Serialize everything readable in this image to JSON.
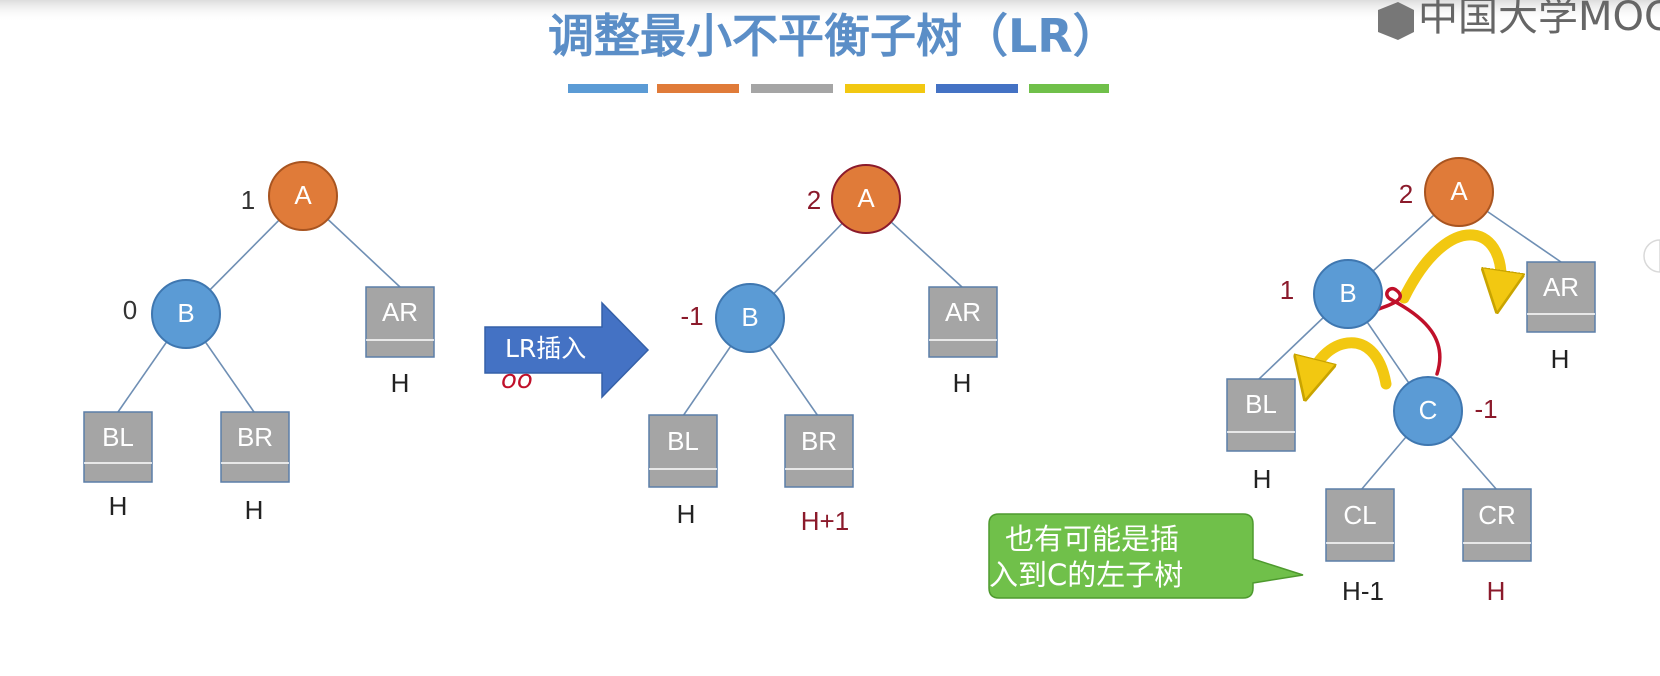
{
  "header": {
    "title": "调整最小不平衡子树（LR）",
    "logo_text": "中国大学MOOC"
  },
  "colors": {
    "title": "#5b8ec7",
    "node_a": "#e07b39",
    "node_blue": "#5b9bd5",
    "subtree_box": "#a5a5a5",
    "highlight_red": "#8b1a2b",
    "arrow_blue": "#4472c4",
    "callout_green": "#70c04a",
    "rotate_arrow_yellow": "#f2c811",
    "ink_red": "#c0102a",
    "legend_strip": [
      "#5b9bd5",
      "#e07b39",
      "#a5a5a5",
      "#f2c811",
      "#4472c4",
      "#70c04a"
    ]
  },
  "tree1": {
    "node_a": "A",
    "bf_a": "1",
    "node_b": "B",
    "bf_b": "0",
    "ar": "AR",
    "ar_h": "H",
    "bl": "BL",
    "bl_h": "H",
    "br": "BR",
    "br_h": "H"
  },
  "arrow": {
    "label": "LR插入",
    "handwritten": "oo"
  },
  "tree2": {
    "node_a": "A",
    "bf_a": "2",
    "node_b": "B",
    "bf_b": "-1",
    "ar": "AR",
    "ar_h": "H",
    "bl": "BL",
    "bl_h": "H",
    "br": "BR",
    "br_h": "H+1"
  },
  "tree3": {
    "node_a": "A",
    "bf_a": "2",
    "node_b": "B",
    "bf_b": "1",
    "node_c": "C",
    "bf_c": "-1",
    "ar": "AR",
    "ar_h": "H",
    "bl": "BL",
    "bl_h": "H",
    "cl": "CL",
    "cl_h": "H-1",
    "cr": "CR",
    "cr_h": "H"
  },
  "callout": {
    "line1": "也有可能是插",
    "line2": "入到C的左子树"
  }
}
